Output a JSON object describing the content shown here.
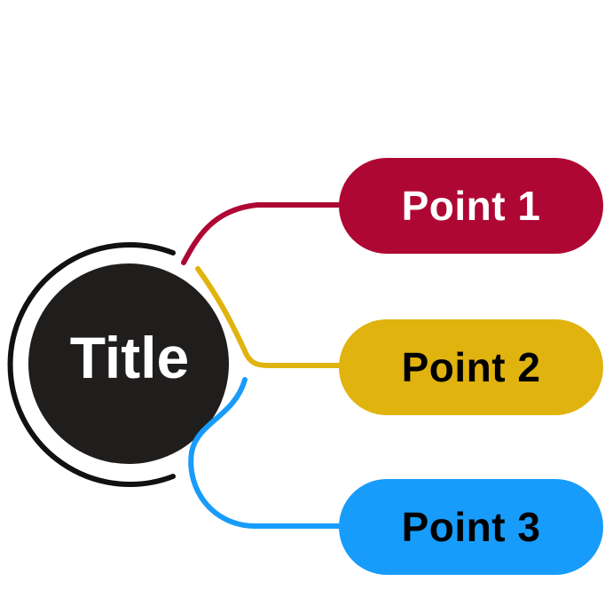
{
  "diagram": {
    "type": "radial-hub-and-spoke",
    "background_color": "#ffffff",
    "center": {
      "label": "Title",
      "fill_color": "#201D1D",
      "text_color": "#ffffff",
      "ring_color": "#111111"
    },
    "branches": [
      {
        "id": "point-1",
        "label": "Point 1",
        "fill_color": "#AF0733",
        "text_color": "#ffffff",
        "connector_color": "#AF0733"
      },
      {
        "id": "point-2",
        "label": "Point 2",
        "fill_color": "#E0B30F",
        "text_color": "#000000",
        "connector_color": "#E0B30F"
      },
      {
        "id": "point-3",
        "label": "Point 3",
        "fill_color": "#179CFB",
        "text_color": "#000000",
        "connector_color": "#179CFB"
      }
    ]
  }
}
